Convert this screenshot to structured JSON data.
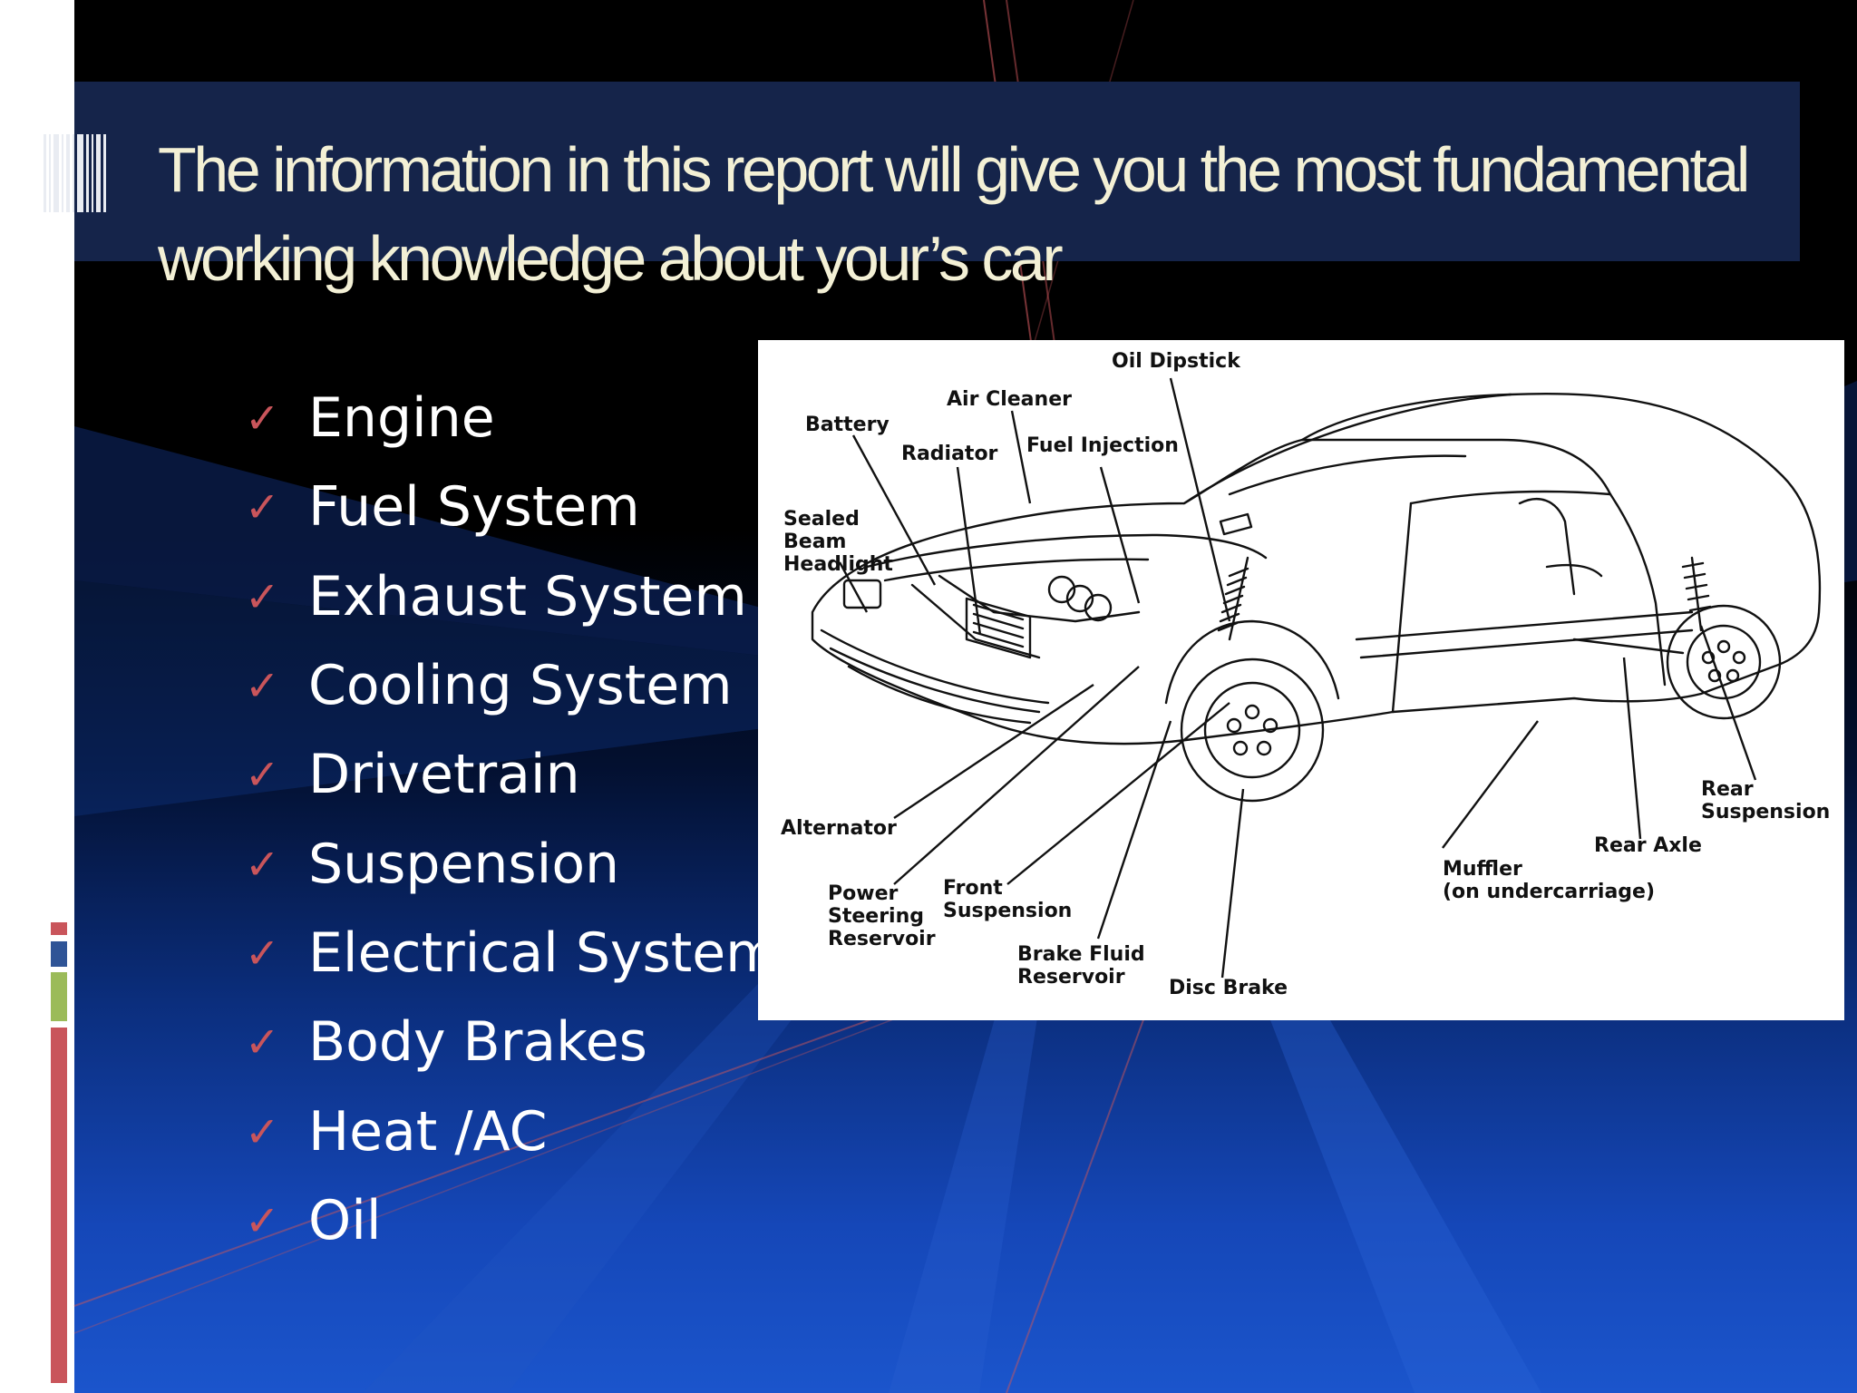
{
  "slide": {
    "title": "The information in this report will give you the most fundamental working knowledge about  your’s car",
    "checklist": [
      "Engine",
      "Fuel System",
      "Exhaust System",
      "Cooling System",
      "Drivetrain",
      "Suspension",
      "Electrical System",
      "Body Brakes",
      "Heat /AC",
      "Oil"
    ],
    "check_glyph": "✓"
  },
  "diagram": {
    "labels": {
      "oil_dipstick": "Oil Dipstick",
      "air_cleaner": "Air Cleaner",
      "battery": "Battery",
      "radiator": "Radiator",
      "fuel_injection": "Fuel Injection",
      "sealed": "Sealed",
      "beam": "Beam",
      "headlight": "Headlight",
      "alternator": "Alternator",
      "power": "Power",
      "steering": "Steering",
      "reservoir_ps": "Reservoir",
      "front": "Front",
      "suspension_front": "Suspension",
      "brake_fluid": "Brake Fluid",
      "reservoir_bf": "Reservoir",
      "disc_brake": "Disc Brake",
      "muffler": "Muffler",
      "undercarriage": "(on undercarriage)",
      "rear_axle": "Rear Axle",
      "rear": "Rear",
      "suspension_rear": "Suspension"
    }
  },
  "colors": {
    "title_text": "#f3f0d5",
    "title_band": "#15244a",
    "check": "#c9555b",
    "bar_red": "#c9555b",
    "bar_blue": "#2f5496",
    "bar_green": "#9bbb59"
  }
}
